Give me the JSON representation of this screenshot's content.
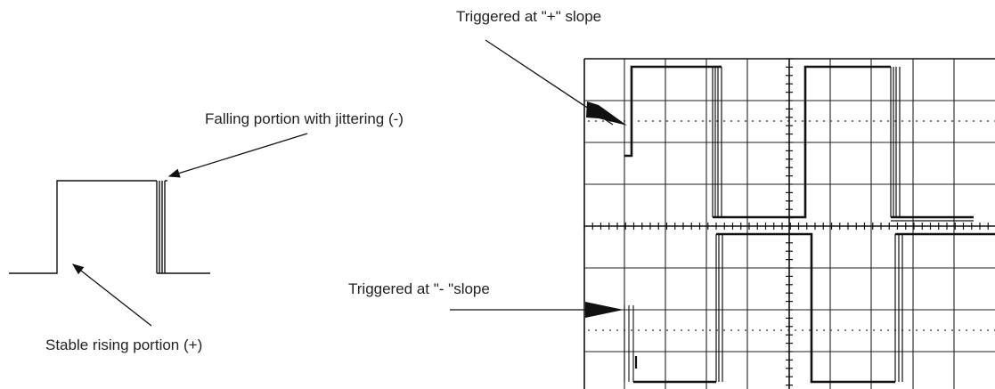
{
  "left_diagram": {
    "falling_label": "Falling portion with jittering (-)",
    "rising_label": "Stable rising portion (+)"
  },
  "scope": {
    "top_label": "Triggered at \"+\" slope",
    "bottom_label": "Triggered at \"- \"slope"
  }
}
